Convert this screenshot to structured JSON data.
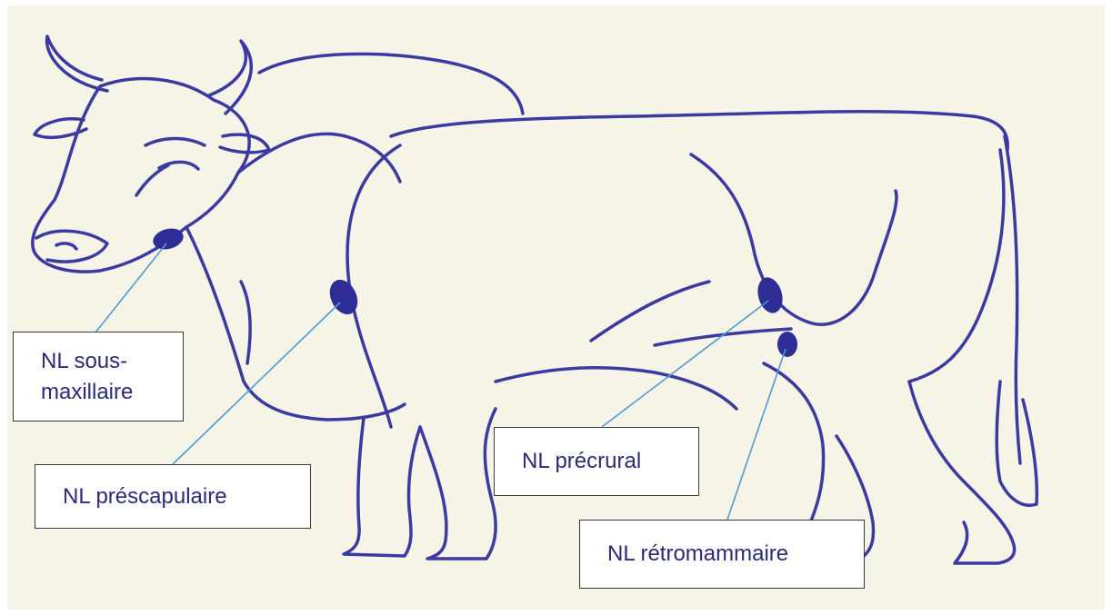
{
  "labels": {
    "sous_maxillaire": "NL sous-maxillaire",
    "prescapulaire": "NL préscapulaire",
    "precrural": "NL précrural",
    "retromammaire": "NL rétromammaire"
  },
  "colors": {
    "background": "#f6f4e6",
    "outline": "#3b3aa0",
    "node_fill": "#2e2d96",
    "leader_line": "#4a9bd6",
    "label_text": "#2a2a7a",
    "box_border": "#3a3a3a"
  }
}
